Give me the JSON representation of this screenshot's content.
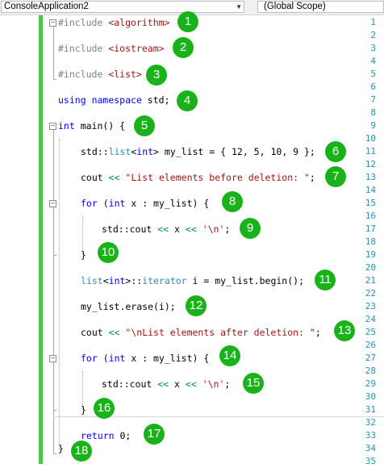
{
  "toolbar": {
    "project_combo": "ConsoleApplication2",
    "scope_combo": "(Global Scope)"
  },
  "line_numbers": [
    "1",
    "2",
    "3",
    "4",
    "5",
    "6",
    "7",
    "8",
    "9",
    "10",
    "11",
    "12",
    "13",
    "14",
    "15",
    "16",
    "17",
    "18",
    "19",
    "20",
    "21",
    "22",
    "23",
    "24",
    "25",
    "26",
    "27",
    "28",
    "29",
    "30",
    "31",
    "32",
    "33",
    "34",
    "35"
  ],
  "code": {
    "l1_pp": "#include ",
    "l1_hdr": "<algorithm>",
    "l3_pp": "#include ",
    "l3_hdr": "<iostream>",
    "l5_pp": "#include ",
    "l5_hdr": "<list>",
    "l7_kw1": "using",
    "l7_kw2": "namespace",
    "l7_rest": " std;",
    "l9_kw": "int",
    "l9_rest": " main() {",
    "l11_a": "std::",
    "l11_ty": "list",
    "l11_b": "<",
    "l11_kw": "int",
    "l11_c": "> my_list = { 12, 5, 10, 9 };",
    "l13_a": "cout ",
    "l13_op": "<<",
    "l13_sp": " ",
    "l13_str": "\"List elements before deletion: \"",
    "l13_end": ";",
    "l15_kw": "for",
    "l15_a": " (",
    "l15_kw2": "int",
    "l15_b": " x : my_list) {",
    "l17_a": "std::cout ",
    "l17_op1": "<<",
    "l17_b": " x ",
    "l17_op2": "<<",
    "l17_sp": " ",
    "l17_str": "'\\n'",
    "l17_end": ";",
    "l19": "}",
    "l21_ty": "list",
    "l21_a": "<",
    "l21_kw": "int",
    "l21_b": ">::",
    "l21_ty2": "iterator",
    "l21_c": " i = my_list.begin();",
    "l23": "my_list.erase(i);",
    "l25_a": "cout ",
    "l25_op": "<<",
    "l25_sp": " ",
    "l25_str": "\"\\nList elements after deletion: \"",
    "l25_end": ";",
    "l27_kw": "for",
    "l27_a": " (",
    "l27_kw2": "int",
    "l27_b": " x : my_list) {",
    "l29_a": "std::cout ",
    "l29_op1": "<<",
    "l29_b": " x ",
    "l29_op2": "<<",
    "l29_sp": " ",
    "l29_str": "'\\n'",
    "l29_end": ";",
    "l31": "}",
    "l33_kw": "return",
    "l33_rest": " 0;",
    "l34": "}"
  },
  "badges": [
    "1",
    "2",
    "3",
    "4",
    "5",
    "6",
    "7",
    "8",
    "9",
    "10",
    "11",
    "12",
    "13",
    "14",
    "15",
    "16",
    "17",
    "18"
  ],
  "colors": {
    "badge": "#1ab21a",
    "change_bar": "#4ec24e",
    "keyword": "#0000ff",
    "string": "#a31515",
    "type": "#2b91af",
    "preprocessor": "#808080",
    "line_number": "#2b91af"
  }
}
